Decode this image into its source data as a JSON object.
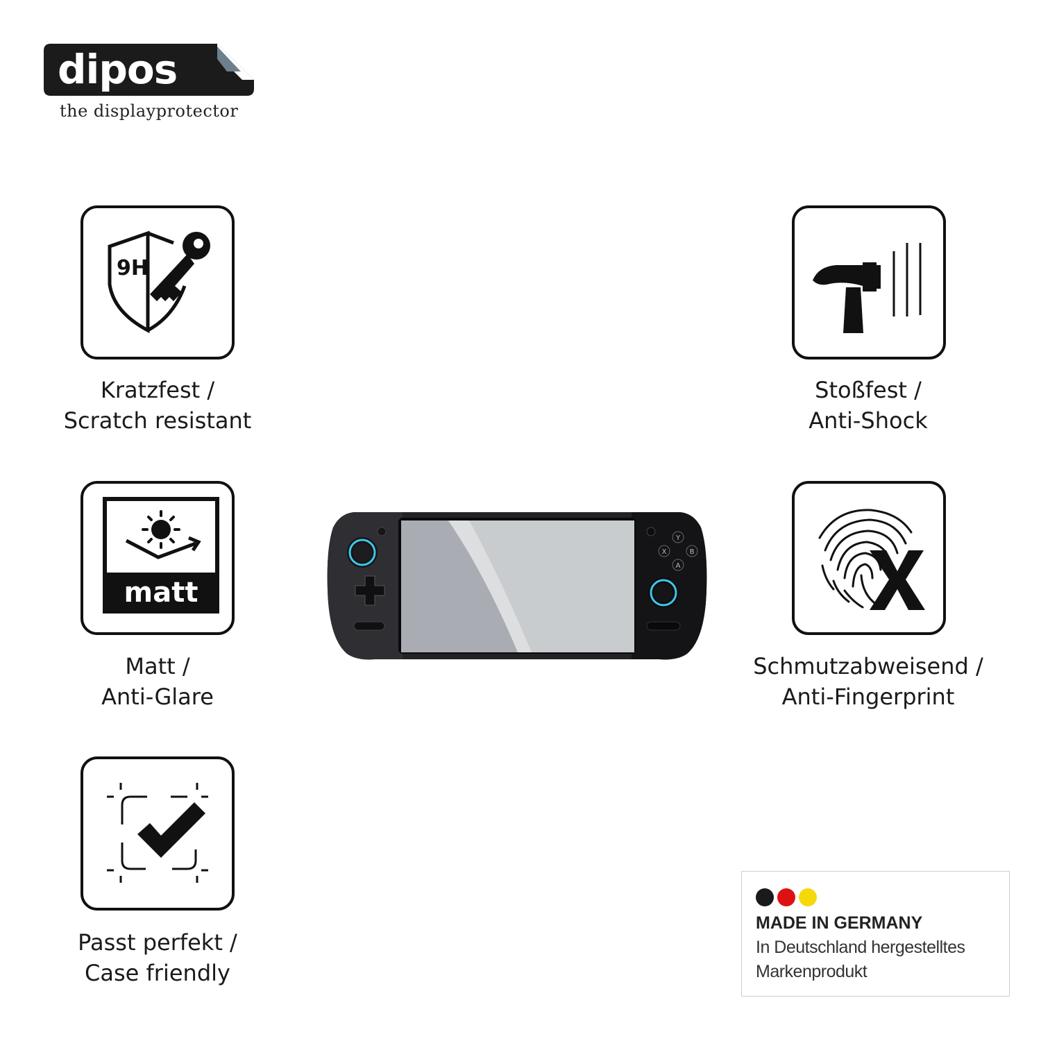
{
  "brand": {
    "name": "dipos",
    "tagline": "the displayprotector",
    "colors": {
      "badge": "#1b1b1b",
      "corner": "#6e7f8c"
    }
  },
  "features": [
    {
      "id": "scratch",
      "icon": "shield-key-9h-icon",
      "icon_text": "9H",
      "line1": "Kratzfest /",
      "line2": "Scratch resistant"
    },
    {
      "id": "shock",
      "icon": "hammer-icon",
      "line1": "Stoßfest /",
      "line2": "Anti-Shock"
    },
    {
      "id": "matt",
      "icon": "sun-matt-icon",
      "icon_text": "matt",
      "line1": "Matt /",
      "line2": "Anti-Glare"
    },
    {
      "id": "fingerprint",
      "icon": "fingerprint-x-icon",
      "line1": "Schmutzabweisend /",
      "line2": "Anti-Fingerprint"
    },
    {
      "id": "case",
      "icon": "checkmark-frame-icon",
      "line1": "Passt perfekt /",
      "line2": "Case friendly"
    }
  ],
  "device": {
    "icon": "handheld-console-image",
    "buttons": {
      "y": "Y",
      "x": "X",
      "b": "B",
      "a": "A"
    },
    "colors": {
      "accent": "#3fc6e8",
      "body": "#2a2a2d"
    }
  },
  "made_in": {
    "title": "MADE IN GERMANY",
    "line1": "In Deutschland hergestelltes",
    "line2": "Markenprodukt",
    "flag_colors": [
      "#1a1a1a",
      "#dd1111",
      "#f5d90a"
    ]
  }
}
